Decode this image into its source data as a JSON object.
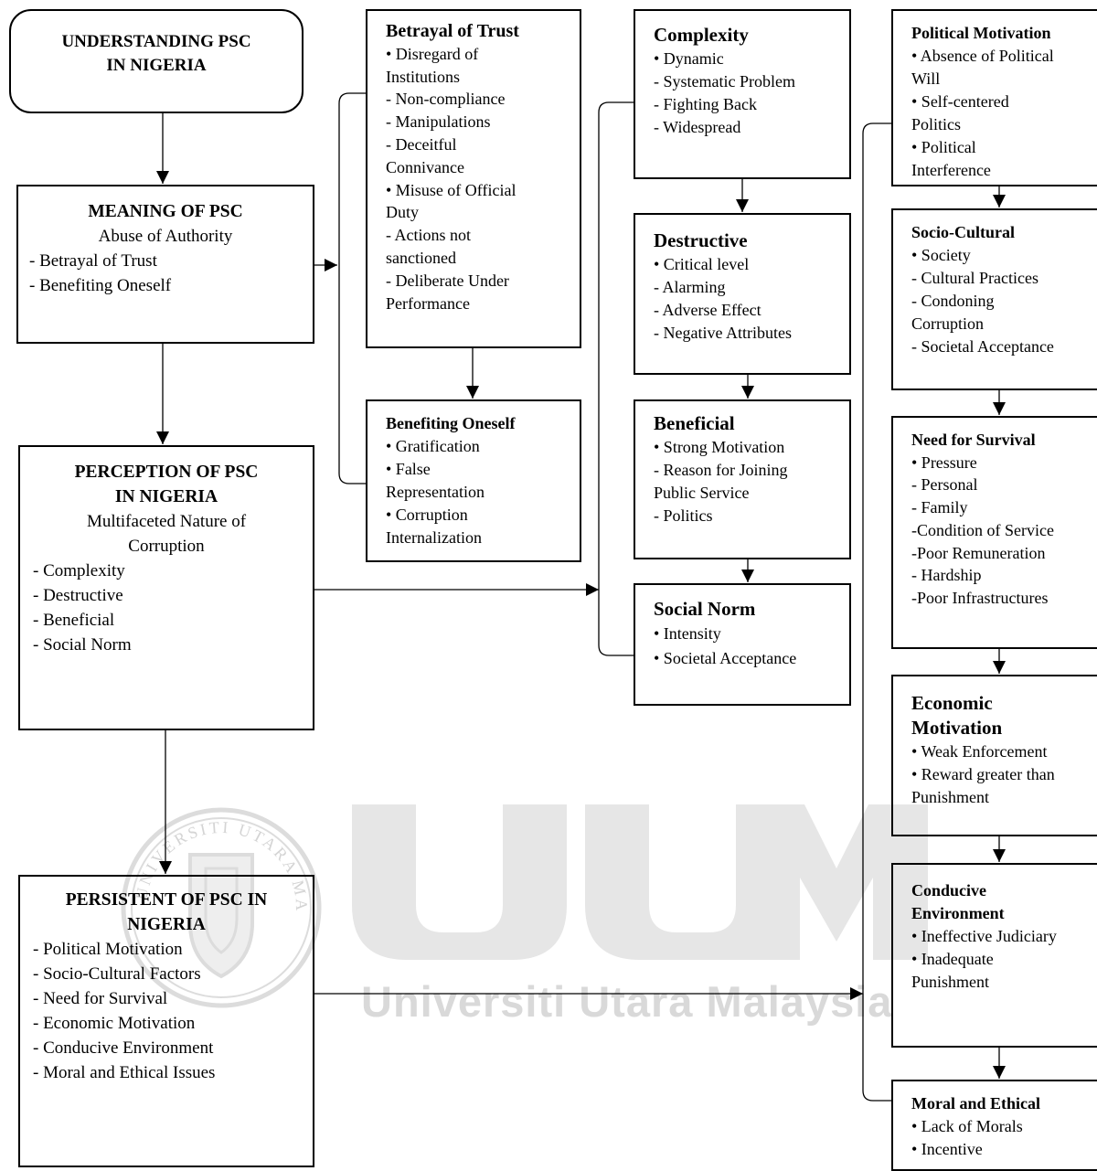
{
  "watermark": {
    "logo_letters": "UUM",
    "university": "Universiti Utara Malaysia",
    "seal_text": "UNIVERSITI UTARA MALAYSIA"
  },
  "boxes": {
    "understanding": {
      "title_lines": [
        "UNDERSTANDING PSC",
        "IN NIGERIA"
      ]
    },
    "meaning": {
      "title": "MEANING OF PSC",
      "subtitle": "Abuse of Authority",
      "items": [
        "- Betrayal of Trust",
        "- Benefiting Oneself"
      ]
    },
    "perception": {
      "title_lines": [
        "PERCEPTION OF PSC",
        "IN NIGERIA"
      ],
      "subtitle_lines": [
        "Multifaceted Nature of",
        "Corruption"
      ],
      "items": [
        "- Complexity",
        "- Destructive",
        "- Beneficial",
        "- Social Norm"
      ]
    },
    "persistent": {
      "title_lines": [
        "PERSISTENT OF PSC IN",
        "NIGERIA"
      ],
      "items": [
        "- Political Motivation",
        "- Socio-Cultural Factors",
        "- Need for Survival",
        "- Economic Motivation",
        "- Conducive Environment",
        "- Moral and Ethical Issues"
      ]
    },
    "betrayal": {
      "title": "Betrayal of Trust",
      "lines": [
        "• Disregard of",
        "Institutions",
        "- Non-compliance",
        "- Manipulations",
        "- Deceitful",
        "Connivance",
        "• Misuse of Official",
        "Duty",
        "- Actions not",
        "sanctioned",
        "- Deliberate Under",
        "Performance"
      ]
    },
    "benefiting": {
      "title": "Benefiting Oneself",
      "lines": [
        "• Gratification",
        "• False",
        "Representation",
        "• Corruption",
        "Internalization"
      ]
    },
    "complexity": {
      "title": "Complexity",
      "lines": [
        "• Dynamic",
        "- Systematic Problem",
        "- Fighting Back",
        "- Widespread"
      ]
    },
    "destructive": {
      "title": "Destructive",
      "lines": [
        "• Critical level",
        "- Alarming",
        "- Adverse Effect",
        "- Negative Attributes"
      ]
    },
    "beneficial": {
      "title": "Beneficial",
      "lines": [
        "• Strong Motivation",
        "- Reason for Joining",
        "Public Service",
        "- Politics"
      ]
    },
    "social_norm": {
      "title": "Social Norm",
      "lines": [
        "• Intensity",
        "• Societal Acceptance"
      ]
    },
    "political": {
      "title": "Political Motivation",
      "lines": [
        "• Absence of Political",
        "Will",
        "• Self-centered",
        "Politics",
        "• Political",
        "Interference"
      ]
    },
    "socio_cultural": {
      "title": "Socio-Cultural",
      "lines": [
        "• Society",
        "- Cultural Practices",
        "- Condoning",
        "Corruption",
        "- Societal Acceptance"
      ]
    },
    "survival": {
      "title": "Need for Survival",
      "lines": [
        "• Pressure",
        "- Personal",
        "- Family",
        "-Condition of Service",
        "-Poor Remuneration",
        "- Hardship",
        "-Poor Infrastructures"
      ]
    },
    "economic": {
      "title_lines": [
        "Economic",
        "Motivation"
      ],
      "lines": [
        "• Weak Enforcement",
        "• Reward greater than",
        "Punishment"
      ]
    },
    "conducive": {
      "title_lines": [
        "Conducive",
        "Environment"
      ],
      "lines": [
        "• Ineffective Judiciary",
        "• Inadequate",
        "Punishment"
      ]
    },
    "moral": {
      "title": "Moral and Ethical",
      "lines": [
        "• Lack of Morals",
        "• Incentive"
      ]
    }
  }
}
